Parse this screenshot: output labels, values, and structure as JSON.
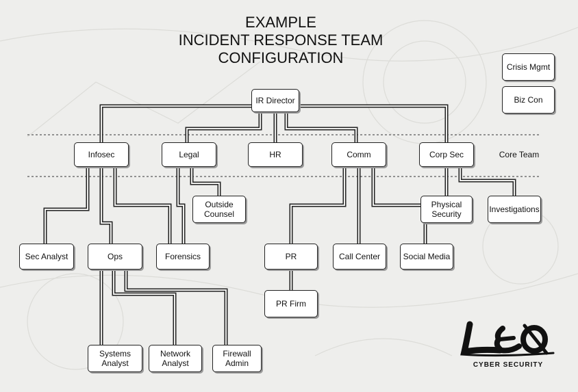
{
  "title": {
    "line1": "EXAMPLE",
    "line2": "INCIDENT RESPONSE TEAM",
    "line3": "CONFIGURATION"
  },
  "band_label": "Core Team",
  "nodes": {
    "ir_director": "IR Director",
    "crisis_mgmt": "Crisis Mgmt",
    "biz_con": "Biz Con",
    "infosec": "Infosec",
    "legal": "Legal",
    "hr": "HR",
    "comm": "Comm",
    "corp_sec": "Corp Sec",
    "outside_counsel": "Outside Counsel",
    "physical_security": "Physical Security",
    "investigations": "Investigations",
    "sec_analyst": "Sec Analyst",
    "ops": "Ops",
    "forensics": "Forensics",
    "pr": "PR",
    "call_center": "Call Center",
    "social_media": "Social Media",
    "pr_firm": "PR Firm",
    "systems_analyst": "Systems Analyst",
    "network_analyst": "Network Analyst",
    "firewall_admin": "Firewall Admin"
  },
  "logo": {
    "tagline": "CYBER SECURITY"
  }
}
